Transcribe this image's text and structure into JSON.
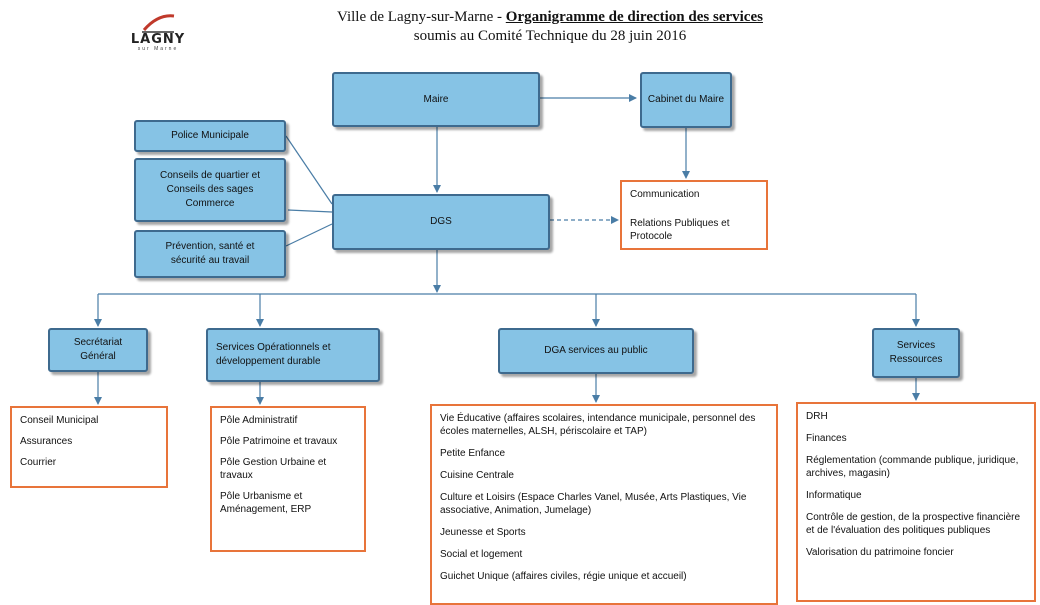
{
  "header": {
    "logo_text": "LAGNY",
    "logo_sub": "sur Marne",
    "title_prefix": "Ville de Lagny-sur-Marne - ",
    "title_main": "Organigramme de direction des services",
    "subtitle": "soumis au Comité Technique du 28 juin 2016"
  },
  "nodes": {
    "maire": "Maire",
    "cabinet": "Cabinet du Maire",
    "police": "Police Municipale",
    "conseils": "Conseils de quartier et Conseils des sages Commerce",
    "prevention": "Prévention, santé et sécurité au travail",
    "dgs": "DGS",
    "secretariat": "Secrétariat Général",
    "services_op": "Services Opérationnels et développement durable",
    "dga": "DGA services au public",
    "ressources": "Services Ressources"
  },
  "lists": {
    "communication": [
      "Communication",
      "Relations Publiques et Protocole"
    ],
    "secretariat": [
      "Conseil Municipal",
      "Assurances",
      "Courrier"
    ],
    "services_op": [
      "Pôle Administratif",
      "Pôle Patrimoine et travaux",
      "Pôle Gestion Urbaine et travaux",
      "Pôle Urbanisme et Aménagement, ERP"
    ],
    "dga": [
      "Vie Éducative (affaires scolaires, intendance municipale, personnel des écoles maternelles, ALSH, périscolaire et TAP)",
      "Petite Enfance",
      "Cuisine Centrale",
      "Culture et Loisirs (Espace Charles Vanel, Musée, Arts Plastiques, Vie associative, Animation, Jumelage)",
      "Jeunesse et Sports",
      "Social et logement",
      "Guichet Unique (affaires civiles, régie unique et accueil)"
    ],
    "ressources": [
      "DRH",
      "Finances",
      "Réglementation (commande publique, juridique, archives, magasin)",
      "Informatique",
      "Contrôle de gestion, de la prospective financière et de l'évaluation des politiques publiques",
      "Valorisation du patrimoine foncier"
    ]
  },
  "colors": {
    "box_fill": "#86c3e5",
    "box_border": "#3e6a8e",
    "list_border": "#e8743a",
    "connector": "#4a7da6"
  }
}
